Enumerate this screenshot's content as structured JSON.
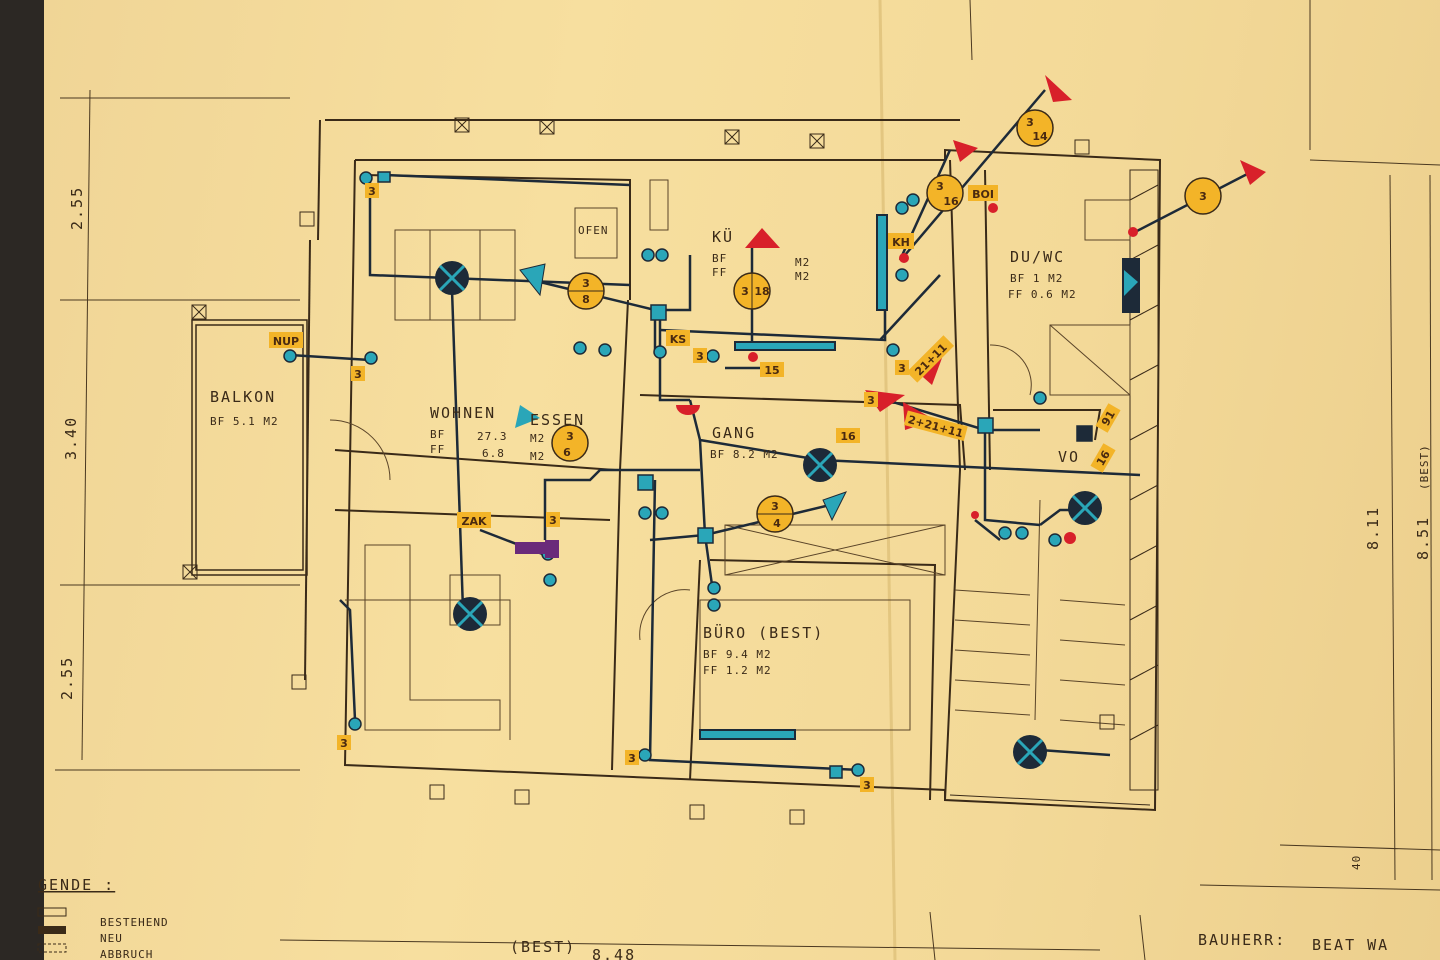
{
  "dimensions": {
    "top_left": "2.55",
    "mid_left": "3.40",
    "bottom_left": "2.55",
    "right_inner": "8.11",
    "right_outer": "8.51",
    "right_best": "(BEST)",
    "bottom_best": "(BEST)",
    "bottom_total": "8.48",
    "corner": "40"
  },
  "rooms": [
    {
      "id": "balkon",
      "name": "BALKON",
      "area": "BF  5.1 M2"
    },
    {
      "id": "wohnen",
      "name": "WOHNEN",
      "name2": "ESSEN",
      "bf": "BF",
      "bf_val": "27.3",
      "bf_unit": "M2",
      "ff": "FF",
      "ff_val": "6.8",
      "ff_unit": "M2"
    },
    {
      "id": "kueche",
      "name": "KÜ",
      "bf": "BF",
      "bf_unit": "M2",
      "ff": "FF",
      "ff_unit": "M2"
    },
    {
      "id": "duwc",
      "name": "DU/WC",
      "bf": "BF  1  M2",
      "ff": "FF  0.6 M2"
    },
    {
      "id": "gang",
      "name": "GANG",
      "area": "BF   8.2  M2"
    },
    {
      "id": "buro",
      "name": "BÜRO  (BEST)",
      "bf": "BF   9.4  M2",
      "ff": "FF   1.2  M2"
    }
  ],
  "labels": {
    "ofen": "OFEN",
    "nup": "NUP",
    "zak": "ZAK",
    "ks": "KS",
    "kh": "KH",
    "boi": "BOI",
    "vo": "VO"
  },
  "circuit_tags": {
    "c3_a": "3",
    "c3_b": "3",
    "c3_c": "3",
    "c3_d": "3",
    "c3_e": "3",
    "c3_f": "3",
    "c3_g": "3",
    "c3_h": "3",
    "c3_i": "3",
    "c15": "15",
    "c16": "16",
    "c21_11": "21+11",
    "c2_21_11": "2+21+11",
    "c16b": "16",
    "c91": "91"
  },
  "circle_tags": [
    {
      "top": "3",
      "bottom": "8"
    },
    {
      "top": "3",
      "bottom": "18"
    },
    {
      "top": "3",
      "bottom": "16"
    },
    {
      "top": "3",
      "bottom": "14"
    },
    {
      "top": "3",
      "bottom": ""
    },
    {
      "top": "3",
      "bottom": "6"
    },
    {
      "top": "3",
      "bottom": "4"
    }
  ],
  "legend": {
    "title": "GENDE :",
    "items": [
      "BESTEHEND",
      "NEU",
      "ABBRUCH"
    ]
  },
  "title_block": {
    "label": "BAUHERR:",
    "value": "BEAT  WA"
  },
  "colors": {
    "paper": "#f4db9c",
    "ink": "#3a2a18",
    "cyan": "#2aa6b8",
    "red": "#d8202a",
    "orange": "#f3b428",
    "purple": "#6a2a7a"
  }
}
